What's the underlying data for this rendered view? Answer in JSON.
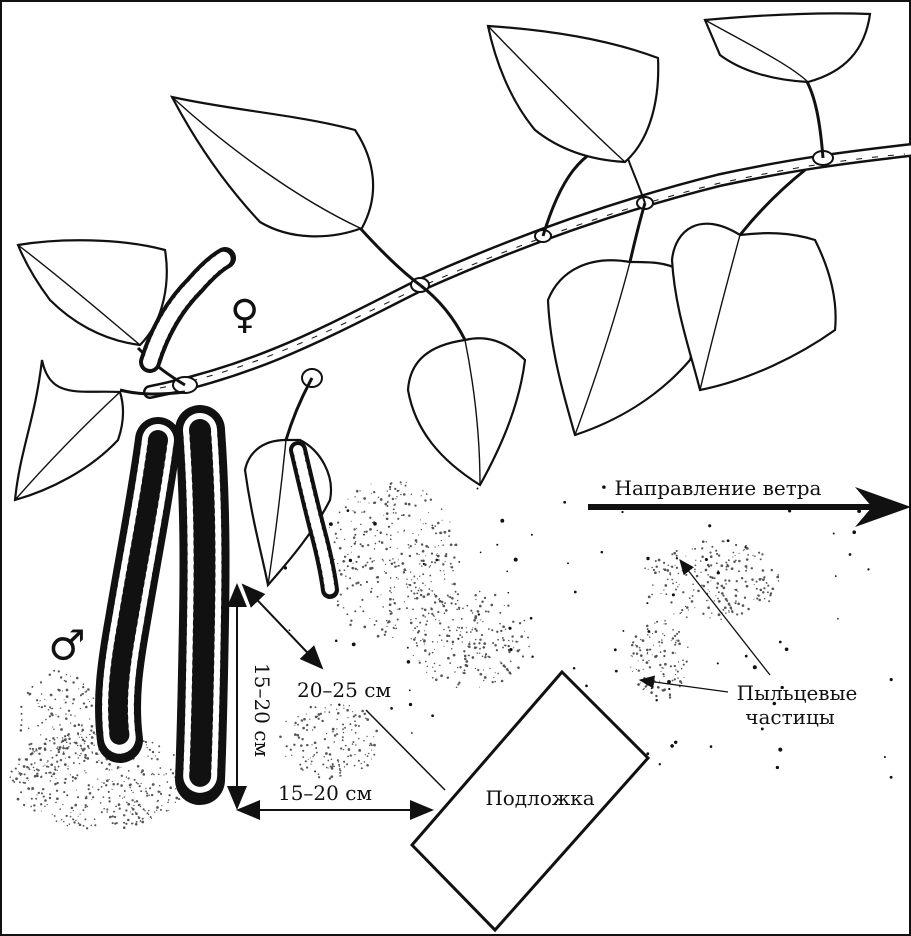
{
  "labels": {
    "wind_direction": "Направление ветра",
    "pollen_line1": "Пыльцевые",
    "pollen_line2": "частицы",
    "substrate": "Подложка",
    "distance_diag": "20–25 см",
    "distance_horizontal": "15–20 см",
    "distance_vertical": "15–20 см",
    "female_symbol": "♀",
    "male_symbol": "♂"
  },
  "colors": {
    "ink": "#111111",
    "background": "#ffffff",
    "pollen": "#555555"
  }
}
